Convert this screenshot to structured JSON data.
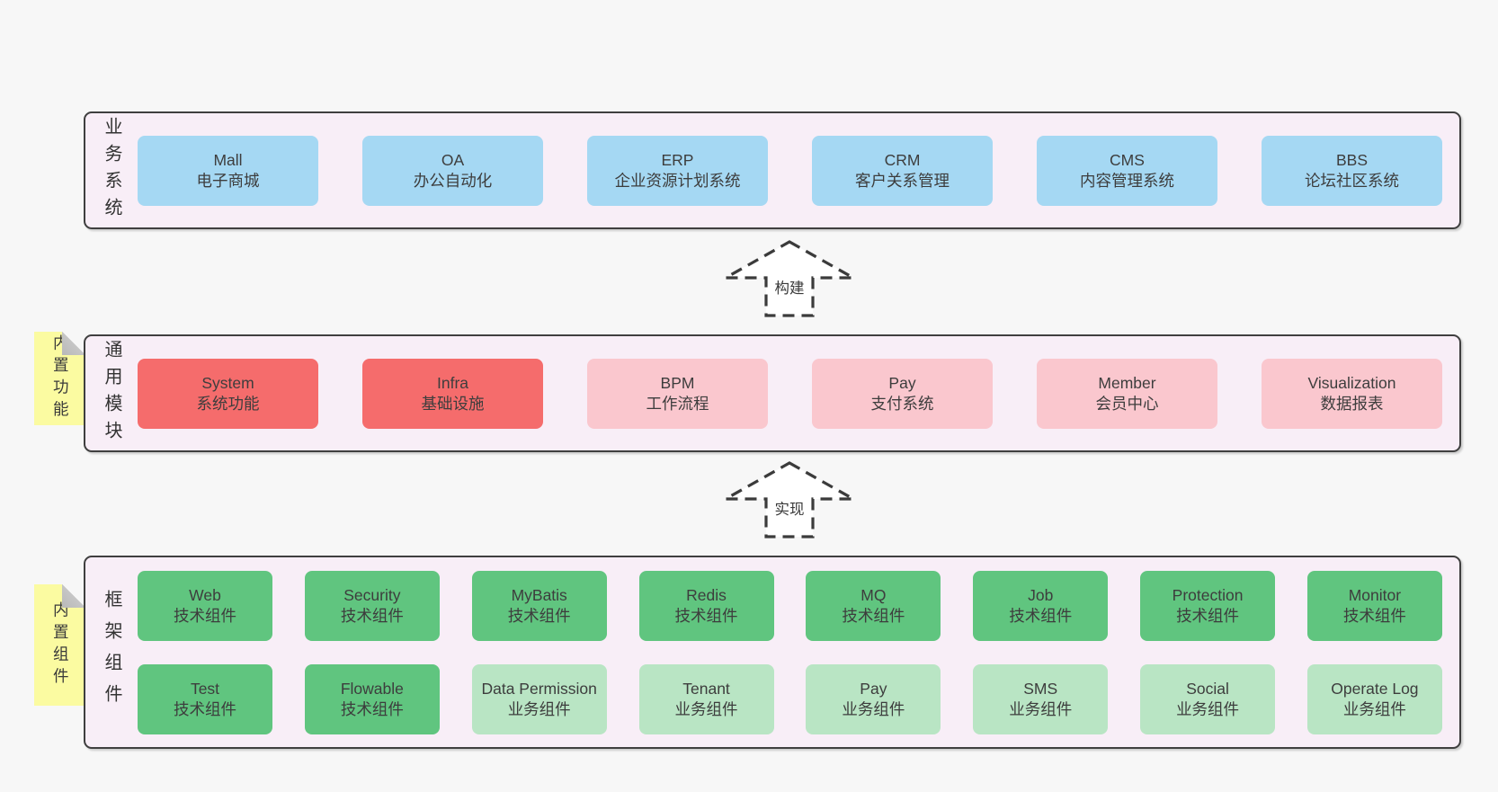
{
  "palette": {
    "page_bg": "#f7f7f7",
    "panel_bg": "#f8eef7",
    "panel_border": "#3f3f3f",
    "blue": "#a5d8f3",
    "red": "#f56c6c",
    "pink": "#fac7ce",
    "green_dark": "#60c57f",
    "green_light": "#b9e5c4",
    "note_bg": "#fbfba1",
    "note_fold": "#c6c6c6",
    "text": "#3d3d3d"
  },
  "arrows": [
    {
      "label": "构建"
    },
    {
      "label": "实现"
    }
  ],
  "notes": [
    {
      "text": "内置功能"
    },
    {
      "text": "内置组件"
    }
  ],
  "panels": [
    {
      "side_label": "业务系统",
      "rows": [
        [
          {
            "title": "Mall",
            "subtitle": "电子商城",
            "color": "blue"
          },
          {
            "title": "OA",
            "subtitle": "办公自动化",
            "color": "blue"
          },
          {
            "title": "ERP",
            "subtitle": "企业资源计划系统",
            "color": "blue"
          },
          {
            "title": "CRM",
            "subtitle": "客户关系管理",
            "color": "blue"
          },
          {
            "title": "CMS",
            "subtitle": "内容管理系统",
            "color": "blue"
          },
          {
            "title": "BBS",
            "subtitle": "论坛社区系统",
            "color": "blue"
          }
        ]
      ]
    },
    {
      "side_label": "通用模块",
      "rows": [
        [
          {
            "title": "System",
            "subtitle": "系统功能",
            "color": "red"
          },
          {
            "title": "Infra",
            "subtitle": "基础设施",
            "color": "red"
          },
          {
            "title": "BPM",
            "subtitle": "工作流程",
            "color": "pink"
          },
          {
            "title": "Pay",
            "subtitle": "支付系统",
            "color": "pink"
          },
          {
            "title": "Member",
            "subtitle": "会员中心",
            "color": "pink"
          },
          {
            "title": "Visualization",
            "subtitle": "数据报表",
            "color": "pink"
          }
        ]
      ]
    },
    {
      "side_label": "框架组件",
      "rows": [
        [
          {
            "title": "Web",
            "subtitle": "技术组件",
            "color": "green_dark"
          },
          {
            "title": "Security",
            "subtitle": "技术组件",
            "color": "green_dark"
          },
          {
            "title": "MyBatis",
            "subtitle": "技术组件",
            "color": "green_dark"
          },
          {
            "title": "Redis",
            "subtitle": "技术组件",
            "color": "green_dark"
          },
          {
            "title": "MQ",
            "subtitle": "技术组件",
            "color": "green_dark"
          },
          {
            "title": "Job",
            "subtitle": "技术组件",
            "color": "green_dark"
          },
          {
            "title": "Protection",
            "subtitle": "技术组件",
            "color": "green_dark"
          },
          {
            "title": "Monitor",
            "subtitle": "技术组件",
            "color": "green_dark"
          }
        ],
        [
          {
            "title": "Test",
            "subtitle": "技术组件",
            "color": "green_dark"
          },
          {
            "title": "Flowable",
            "subtitle": "技术组件",
            "color": "green_dark"
          },
          {
            "title": "Data Permission",
            "subtitle": "业务组件",
            "color": "green_light"
          },
          {
            "title": "Tenant",
            "subtitle": "业务组件",
            "color": "green_light"
          },
          {
            "title": "Pay",
            "subtitle": "业务组件",
            "color": "green_light"
          },
          {
            "title": "SMS",
            "subtitle": "业务组件",
            "color": "green_light"
          },
          {
            "title": "Social",
            "subtitle": "业务组件",
            "color": "green_light"
          },
          {
            "title": "Operate Log",
            "subtitle": "业务组件",
            "color": "green_light"
          }
        ]
      ]
    }
  ]
}
